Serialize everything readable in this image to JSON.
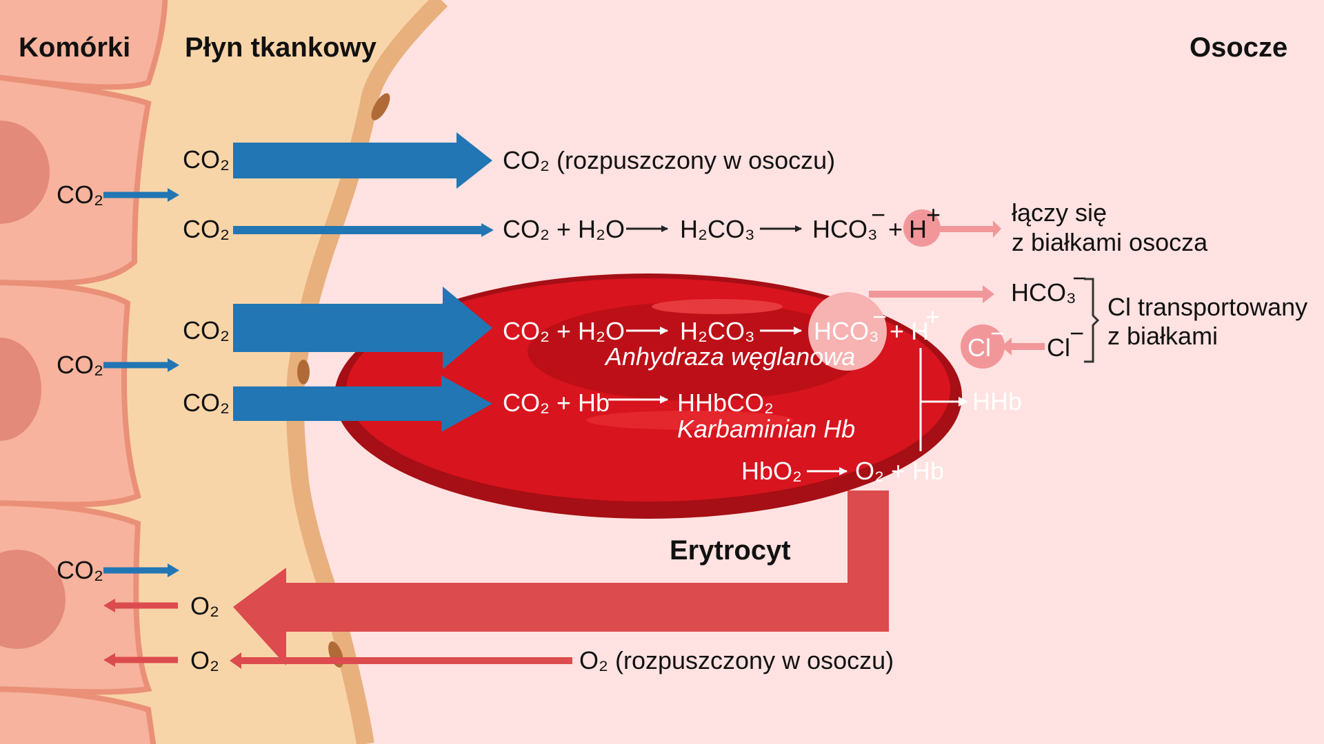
{
  "headers": {
    "cells": "Komórki",
    "tissue_fluid": "Płyn tkankowy",
    "plasma": "Osocze"
  },
  "cell_labels": {
    "co2_1": "CO₂",
    "co2_2": "CO₂",
    "co2_3": "CO₂",
    "o2_1": "O₂",
    "o2_2": "O₂"
  },
  "fluid_labels": {
    "row1": "CO₂",
    "row2": "CO₂",
    "row3": "CO₂",
    "row4": "CO₂"
  },
  "plasma_reactions": {
    "dissolved_co2": "CO₂ (rozpuszczony w osoczu)",
    "r2_reactants": "CO₂ + H₂O",
    "r2_acid": "H₂CO₃",
    "r2_bicarb": "HCO₃",
    "r2_minus": "−",
    "r2_plus": "+",
    "r2_h": "H",
    "r2_h_charge": "+",
    "protein_binding_line1": "łączy się",
    "protein_binding_line2": "z białkami osocza",
    "dissolved_o2": "O₂ (rozpuszczony w osoczu)"
  },
  "erythrocyte": {
    "title": "Erytrocyt",
    "r1_reactants": "CO₂ + H₂O",
    "r1_acid": "H₂CO₃",
    "r1_bicarb": "HCO₃",
    "r1_minus": "−",
    "r1_plus": "+ H",
    "r1_h_charge": "+",
    "enzyme": "Anhydraza węglanowa",
    "r2_reactants": "CO₂ + Hb",
    "r2_product": "HHbCO₂",
    "carbamino": "Karbaminian Hb",
    "hhb": "HHb",
    "hbo2": "HbO₂",
    "o2_hb": "O₂ + Hb",
    "cl_inside": "Cl",
    "cl_inside_charge": "−"
  },
  "chloride_shift": {
    "hco3_out": "HCO₃",
    "hco3_out_charge": "−",
    "cl_in": "Cl",
    "cl_in_charge": "−",
    "note_line1": "Cl transportowany",
    "note_line2": "z białkami"
  },
  "colors": {
    "co2_arrow": "#2176b3",
    "o2_arrow": "#dc4b4d",
    "light_arrow": "#f1979a",
    "cell_fill": "#f7b39d",
    "cell_stroke": "#ea9078",
    "nucleus": "#e48a7b",
    "tissue_fluid": "#f8d5a9",
    "plasma": "#ffe2e1",
    "rbc_outer": "#a50f15",
    "rbc_inner": "#d8141e"
  }
}
